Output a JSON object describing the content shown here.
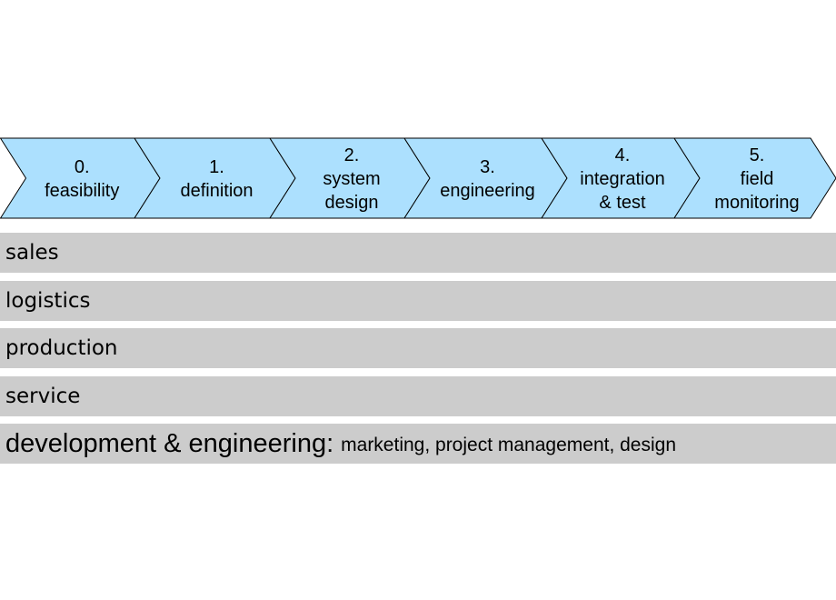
{
  "colors": {
    "phase_fill": "#ace0fe",
    "phase_stroke": "#000000",
    "band_fill": "#cccccc",
    "text": "#000000"
  },
  "phases": [
    {
      "lines": [
        "0.",
        "feasibility"
      ]
    },
    {
      "lines": [
        "1.",
        "definition"
      ]
    },
    {
      "lines": [
        "2.",
        "system",
        "design"
      ]
    },
    {
      "lines": [
        "3.",
        "engineering"
      ]
    },
    {
      "lines": [
        "4.",
        "integration",
        "& test"
      ]
    },
    {
      "lines": [
        "5.",
        "field",
        "monitoring"
      ]
    }
  ],
  "departments": [
    {
      "label": "sales"
    },
    {
      "label": "logistics"
    },
    {
      "label": "production"
    },
    {
      "label": "service"
    }
  ],
  "development": {
    "title": "development & engineering:",
    "detail": "marketing, project management, design"
  }
}
